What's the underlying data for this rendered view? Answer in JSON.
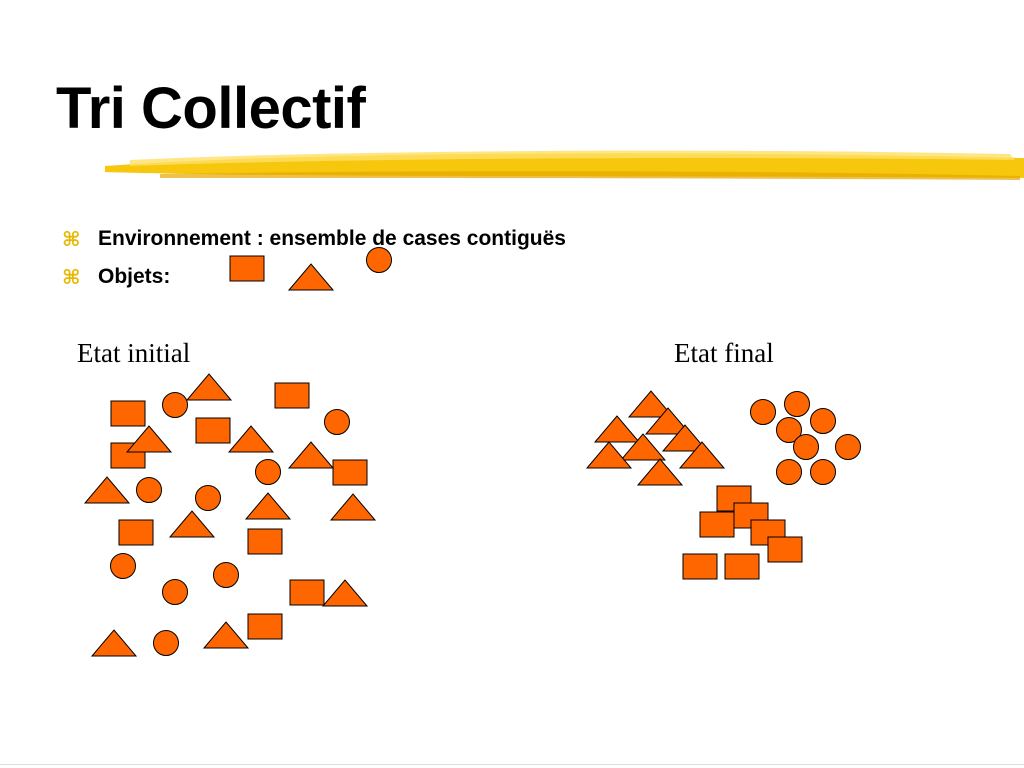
{
  "slide": {
    "title": "Tri Collectif",
    "colors": {
      "shape_fill": "#FF6600",
      "shape_stroke": "#000000",
      "accent_brush": "#F5C400",
      "bullet": "#E8B800"
    },
    "bullets": [
      {
        "glyph": "⌘",
        "text": "Environnement : ensemble de cases contiguës"
      },
      {
        "glyph": "⌘",
        "text": "Objets:"
      }
    ],
    "states": {
      "initial_label": "Etat initial",
      "final_label": "Etat final"
    }
  }
}
